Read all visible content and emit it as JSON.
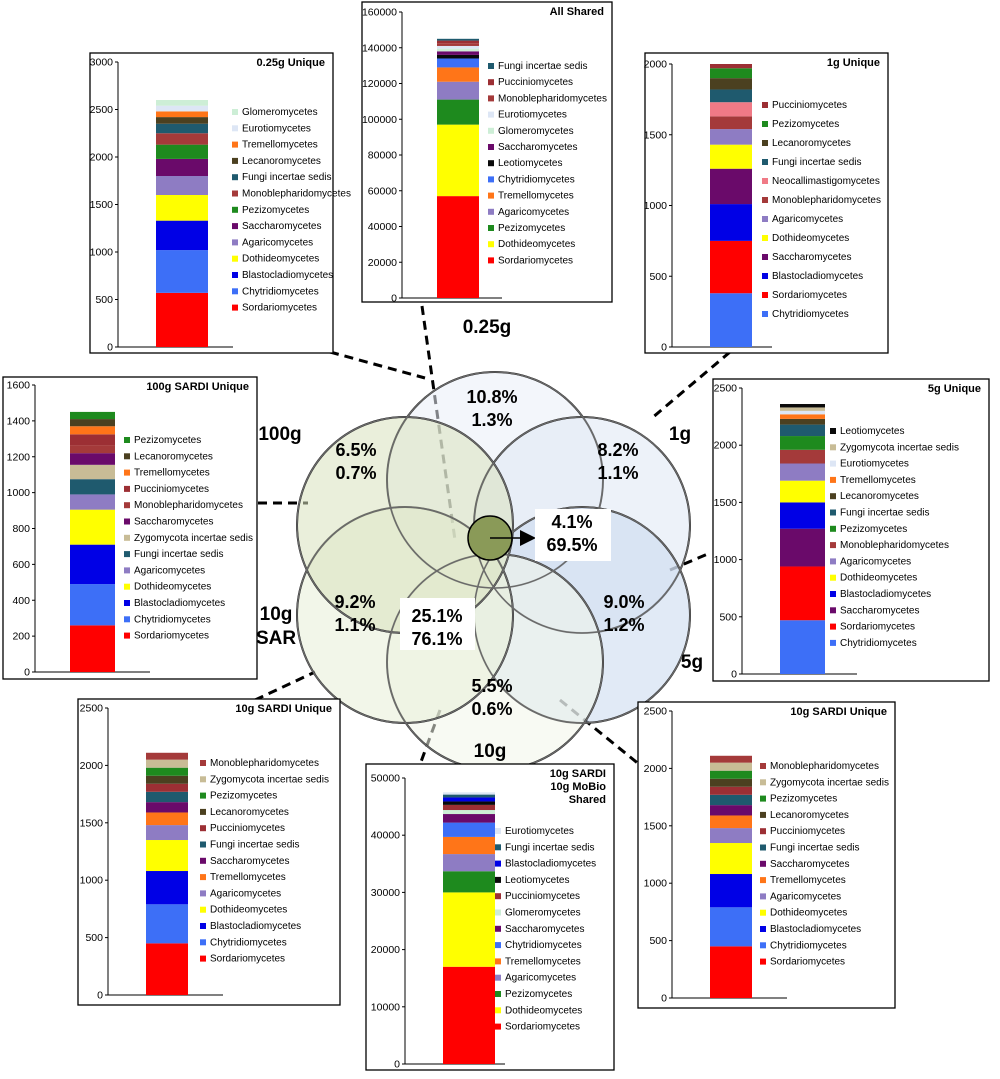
{
  "colors": {
    "Sordariomycetes": "#ff0000",
    "Chytridiomycetes": "#3d6ff7",
    "Blastocladiomycetes": "#0000e6",
    "Dothideomycetes": "#ffff00",
    "Agaricomycetes": "#8e7cc3",
    "Saccharomycetes": "#6a0a6a",
    "Pezizomycetes": "#1e8a1e",
    "Monoblepharidomycetes": "#a43a3a",
    "Fungi incertae sedis": "#1f5a6e",
    "Lecanoromycetes": "#4b4020",
    "Tremellomycetes": "#ff7518",
    "Eurotiomycetes": "#dde6f5",
    "Glomeromycetes": "#cdeed6",
    "Pucciniomycetes": "#9c2f34",
    "Leotiomycetes": "#0a0a0a",
    "Neocallimastigomycetes": "#f07a86",
    "Zygomycota incertae sedis": "#c8bc96"
  },
  "venn": {
    "petals": [
      {
        "id": "p025",
        "label": "0.25g",
        "fill": "#e9eef8"
      },
      {
        "id": "p1",
        "label": "1g",
        "fill": "#dfe8f4"
      },
      {
        "id": "p5",
        "label": "5g",
        "fill": "#c9d9ee"
      },
      {
        "id": "p10",
        "label": "10g",
        "fill": "#f2f5ea"
      },
      {
        "id": "p10sar",
        "label": "10g\nSAR",
        "fill": "#e8eed7"
      },
      {
        "id": "p100",
        "label": "100g",
        "fill": "#d8e2be"
      }
    ],
    "regions": [
      {
        "id": "r025",
        "line1": "10.8%",
        "line2": "1.3%"
      },
      {
        "id": "r1",
        "line1": "8.2%",
        "line2": "1.1%"
      },
      {
        "id": "r5",
        "line1": "9.0%",
        "line2": "1.2%"
      },
      {
        "id": "r10",
        "line1": "5.5%",
        "line2": "0.6%"
      },
      {
        "id": "r10sar",
        "line1": "9.2%",
        "line2": "1.1%"
      },
      {
        "id": "r100",
        "line1": "6.5%",
        "line2": "0.7%"
      },
      {
        "id": "rshared",
        "line1": "25.1%",
        "line2": "76.1%"
      },
      {
        "id": "rall",
        "line1": "4.1%",
        "line2": "69.5%"
      }
    ]
  },
  "chart_data": [
    {
      "id": "c025",
      "type": "bar",
      "title": [
        "0.25g Unique"
      ],
      "ylim": [
        0,
        3000
      ],
      "yticks": [
        "0",
        "500",
        "1000",
        "1500",
        "2000",
        "2500",
        "3000"
      ],
      "stack": [
        {
          "name": "Sordariomycetes",
          "value": 570
        },
        {
          "name": "Chytridiomycetes",
          "value": 450
        },
        {
          "name": "Blastocladiomycetes",
          "value": 310
        },
        {
          "name": "Dothideomycetes",
          "value": 270
        },
        {
          "name": "Agaricomycetes",
          "value": 200
        },
        {
          "name": "Saccharomycetes",
          "value": 180
        },
        {
          "name": "Pezizomycetes",
          "value": 150
        },
        {
          "name": "Monoblepharidomycetes",
          "value": 120
        },
        {
          "name": "Fungi incertae sedis",
          "value": 100
        },
        {
          "name": "Lecanoromycetes",
          "value": 70
        },
        {
          "name": "Tremellomycetes",
          "value": 60
        },
        {
          "name": "Eurotiomycetes",
          "value": 60
        },
        {
          "name": "Glomeromycetes",
          "value": 60
        }
      ],
      "legend": [
        "Glomeromycetes",
        "Eurotiomycetes",
        "Tremellomycetes",
        "Lecanoromycetes",
        "Fungi incertae sedis",
        "Monoblepharidomycetes",
        "Pezizomycetes",
        "Saccharomycetes",
        "Agaricomycetes",
        "Dothideomycetes",
        "Blastocladiomycetes",
        "Chytridiomycetes",
        "Sordariomycetes"
      ]
    },
    {
      "id": "call",
      "type": "bar",
      "title": [
        "All Shared"
      ],
      "ylim": [
        0,
        160000
      ],
      "yticks": [
        "0",
        "20000",
        "40000",
        "60000",
        "80000",
        "100000",
        "120000",
        "140000",
        "160000"
      ],
      "stack": [
        {
          "name": "Sordariomycetes",
          "value": 57000
        },
        {
          "name": "Dothideomycetes",
          "value": 40000
        },
        {
          "name": "Pezizomycetes",
          "value": 14000
        },
        {
          "name": "Agaricomycetes",
          "value": 10000
        },
        {
          "name": "Tremellomycetes",
          "value": 8000
        },
        {
          "name": "Chytridiomycetes",
          "value": 5000
        },
        {
          "name": "Leotiomycetes",
          "value": 2000
        },
        {
          "name": "Saccharomycetes",
          "value": 2000
        },
        {
          "name": "Glomeromycetes",
          "value": 1500
        },
        {
          "name": "Eurotiomycetes",
          "value": 1500
        },
        {
          "name": "Monoblepharidomycetes",
          "value": 1500
        },
        {
          "name": "Pucciniomycetes",
          "value": 1500
        },
        {
          "name": "Fungi incertae sedis",
          "value": 1000
        }
      ],
      "legend": [
        "Fungi incertae sedis",
        "Pucciniomycetes",
        "Monoblepharidomycetes",
        "Eurotiomycetes",
        "Glomeromycetes",
        "Saccharomycetes",
        "Leotiomycetes",
        "Chytridiomycetes",
        "Tremellomycetes",
        "Agaricomycetes",
        "Pezizomycetes",
        "Dothideomycetes",
        "Sordariomycetes"
      ]
    },
    {
      "id": "c1",
      "type": "bar",
      "title": [
        "1g Unique"
      ],
      "ylim": [
        0,
        2000
      ],
      "yticks": [
        "0",
        "500",
        "1000",
        "1500",
        "2000"
      ],
      "stack": [
        {
          "name": "Chytridiomycetes",
          "value": 380
        },
        {
          "name": "Sordariomycetes",
          "value": 370
        },
        {
          "name": "Blastocladiomycetes",
          "value": 260
        },
        {
          "name": "Saccharomycetes",
          "value": 250
        },
        {
          "name": "Dothideomycetes",
          "value": 170
        },
        {
          "name": "Agaricomycetes",
          "value": 110
        },
        {
          "name": "Monoblepharidomycetes",
          "value": 90
        },
        {
          "name": "Neocallimastigomycetes",
          "value": 100
        },
        {
          "name": "Fungi incertae sedis",
          "value": 90
        },
        {
          "name": "Lecanoromycetes",
          "value": 80
        },
        {
          "name": "Pezizomycetes",
          "value": 70
        },
        {
          "name": "Pucciniomycetes",
          "value": 30
        }
      ],
      "legend": [
        "Pucciniomycetes",
        "Pezizomycetes",
        "Lecanoromycetes",
        "Fungi incertae sedis",
        "Neocallimastigomycetes",
        "Monoblepharidomycetes",
        "Agaricomycetes",
        "Dothideomycetes",
        "Saccharomycetes",
        "Blastocladiomycetes",
        "Sordariomycetes",
        "Chytridiomycetes"
      ]
    },
    {
      "id": "c100",
      "type": "bar",
      "title": [
        "100g SARDI Unique"
      ],
      "ylim": [
        0,
        1600
      ],
      "yticks": [
        "0",
        "200",
        "400",
        "600",
        "800",
        "1000",
        "1200",
        "1400",
        "1600"
      ],
      "stack": [
        {
          "name": "Sordariomycetes",
          "value": 260
        },
        {
          "name": "Chytridiomycetes",
          "value": 230
        },
        {
          "name": "Blastocladiomycetes",
          "value": 220
        },
        {
          "name": "Dothideomycetes",
          "value": 195
        },
        {
          "name": "Agaricomycetes",
          "value": 85
        },
        {
          "name": "Fungi incertae sedis",
          "value": 85
        },
        {
          "name": "Zygomycota incertae sedis",
          "value": 80
        },
        {
          "name": "Saccharomycetes",
          "value": 65
        },
        {
          "name": "Monoblepharidomycetes",
          "value": 45
        },
        {
          "name": "Pucciniomycetes",
          "value": 60
        },
        {
          "name": "Tremellomycetes",
          "value": 45
        },
        {
          "name": "Lecanoromycetes",
          "value": 40
        },
        {
          "name": "Pezizomycetes",
          "value": 40
        }
      ],
      "legend": [
        "Pezizomycetes",
        "Lecanoromycetes",
        "Tremellomycetes",
        "Pucciniomycetes",
        "Monoblepharidomycetes",
        "Saccharomycetes",
        "Zygomycota incertae sedis",
        "Fungi incertae sedis",
        "Agaricomycetes",
        "Dothideomycetes",
        "Blastocladiomycetes",
        "Chytridiomycetes",
        "Sordariomycetes"
      ]
    },
    {
      "id": "c5",
      "type": "bar",
      "title": [
        "5g Unique"
      ],
      "ylim": [
        0,
        2500
      ],
      "yticks": [
        "0",
        "500",
        "1000",
        "1500",
        "2000",
        "2500"
      ],
      "stack": [
        {
          "name": "Chytridiomycetes",
          "value": 470
        },
        {
          "name": "Sordariomycetes",
          "value": 470
        },
        {
          "name": "Saccharomycetes",
          "value": 330
        },
        {
          "name": "Blastocladiomycetes",
          "value": 230
        },
        {
          "name": "Dothideomycetes",
          "value": 190
        },
        {
          "name": "Agaricomycetes",
          "value": 150
        },
        {
          "name": "Monoblepharidomycetes",
          "value": 120
        },
        {
          "name": "Pezizomycetes",
          "value": 120
        },
        {
          "name": "Fungi incertae sedis",
          "value": 100
        },
        {
          "name": "Lecanoromycetes",
          "value": 50
        },
        {
          "name": "Tremellomycetes",
          "value": 40
        },
        {
          "name": "Eurotiomycetes",
          "value": 30
        },
        {
          "name": "Zygomycota incertae sedis",
          "value": 30
        },
        {
          "name": "Leotiomycetes",
          "value": 30
        }
      ],
      "legend": [
        "Leotiomycetes",
        "Zygomycota incertae sedis",
        "Eurotiomycetes",
        "Tremellomycetes",
        "Lecanoromycetes",
        "Fungi incertae sedis",
        "Pezizomycetes",
        "Monoblepharidomycetes",
        "Agaricomycetes",
        "Dothideomycetes",
        "Blastocladiomycetes",
        "Saccharomycetes",
        "Sordariomycetes",
        "Chytridiomycetes"
      ]
    },
    {
      "id": "c10sar",
      "type": "bar",
      "title": [
        "10g SARDI Unique"
      ],
      "ylim": [
        0,
        2500
      ],
      "yticks": [
        "0",
        "500",
        "1000",
        "1500",
        "2000",
        "2500"
      ],
      "stack": [
        {
          "name": "Sordariomycetes",
          "value": 450
        },
        {
          "name": "Chytridiomycetes",
          "value": 340
        },
        {
          "name": "Blastocladiomycetes",
          "value": 290
        },
        {
          "name": "Dothideomycetes",
          "value": 270
        },
        {
          "name": "Agaricomycetes",
          "value": 130
        },
        {
          "name": "Tremellomycetes",
          "value": 110
        },
        {
          "name": "Saccharomycetes",
          "value": 90
        },
        {
          "name": "Fungi incertae sedis",
          "value": 90
        },
        {
          "name": "Pucciniomycetes",
          "value": 70
        },
        {
          "name": "Lecanoromycetes",
          "value": 70
        },
        {
          "name": "Pezizomycetes",
          "value": 70
        },
        {
          "name": "Zygomycota incertae sedis",
          "value": 70
        },
        {
          "name": "Monoblepharidomycetes",
          "value": 60
        }
      ],
      "legend": [
        "Monoblepharidomycetes",
        "Zygomycota incertae sedis",
        "Pezizomycetes",
        "Lecanoromycetes",
        "Pucciniomycetes",
        "Fungi incertae sedis",
        "Saccharomycetes",
        "Tremellomycetes",
        "Agaricomycetes",
        "Dothideomycetes",
        "Blastocladiomycetes",
        "Chytridiomycetes",
        "Sordariomycetes"
      ]
    },
    {
      "id": "cshared",
      "type": "bar",
      "title": [
        "10g SARDI",
        "10g MoBio",
        "Shared"
      ],
      "ylim": [
        0,
        50000
      ],
      "yticks": [
        "0",
        "10000",
        "20000",
        "30000",
        "40000",
        "50000"
      ],
      "stack": [
        {
          "name": "Sordariomycetes",
          "value": 17000
        },
        {
          "name": "Dothideomycetes",
          "value": 13000
        },
        {
          "name": "Pezizomycetes",
          "value": 3700
        },
        {
          "name": "Agaricomycetes",
          "value": 3000
        },
        {
          "name": "Tremellomycetes",
          "value": 3000
        },
        {
          "name": "Chytridiomycetes",
          "value": 2500
        },
        {
          "name": "Saccharomycetes",
          "value": 1500
        },
        {
          "name": "Glomeromycetes",
          "value": 700
        },
        {
          "name": "Pucciniomycetes",
          "value": 900
        },
        {
          "name": "Leotiomycetes",
          "value": 600
        },
        {
          "name": "Blastocladiomycetes",
          "value": 700
        },
        {
          "name": "Fungi incertae sedis",
          "value": 500
        },
        {
          "name": "Eurotiomycetes",
          "value": 400
        }
      ],
      "legend": [
        "Eurotiomycetes",
        "Fungi incertae sedis",
        "Blastocladiomycetes",
        "Leotiomycetes",
        "Pucciniomycetes",
        "Glomeromycetes",
        "Saccharomycetes",
        "Chytridiomycetes",
        "Tremellomycetes",
        "Agaricomycetes",
        "Pezizomycetes",
        "Dothideomycetes",
        "Sordariomycetes"
      ]
    },
    {
      "id": "c10b",
      "type": "bar",
      "title": [
        "10g SARDI Unique"
      ],
      "ylim": [
        0,
        2500
      ],
      "yticks": [
        "0",
        "500",
        "1000",
        "1500",
        "2000",
        "2500"
      ],
      "stack": [
        {
          "name": "Sordariomycetes",
          "value": 450
        },
        {
          "name": "Chytridiomycetes",
          "value": 340
        },
        {
          "name": "Blastocladiomycetes",
          "value": 290
        },
        {
          "name": "Dothideomycetes",
          "value": 270
        },
        {
          "name": "Agaricomycetes",
          "value": 130
        },
        {
          "name": "Tremellomycetes",
          "value": 110
        },
        {
          "name": "Saccharomycetes",
          "value": 90
        },
        {
          "name": "Fungi incertae sedis",
          "value": 90
        },
        {
          "name": "Pucciniomycetes",
          "value": 70
        },
        {
          "name": "Lecanoromycetes",
          "value": 70
        },
        {
          "name": "Pezizomycetes",
          "value": 70
        },
        {
          "name": "Zygomycota incertae sedis",
          "value": 70
        },
        {
          "name": "Monoblepharidomycetes",
          "value": 60
        }
      ],
      "legend": [
        "Monoblepharidomycetes",
        "Zygomycota incertae sedis",
        "Pezizomycetes",
        "Lecanoromycetes",
        "Pucciniomycetes",
        "Fungi incertae sedis",
        "Saccharomycetes",
        "Tremellomycetes",
        "Agaricomycetes",
        "Dothideomycetes",
        "Blastocladiomycetes",
        "Chytridiomycetes",
        "Sordariomycetes"
      ]
    }
  ]
}
